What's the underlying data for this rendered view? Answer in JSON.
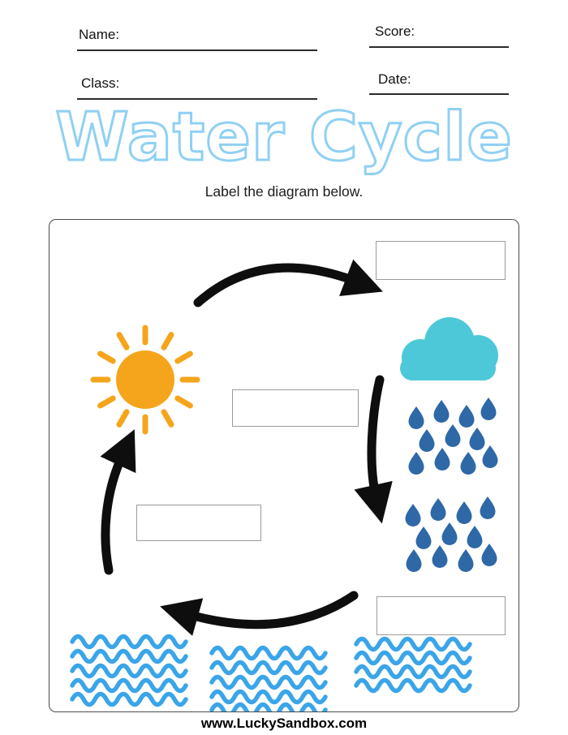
{
  "header": {
    "name_label": "Name:",
    "score_label": "Score:",
    "class_label": "Class:",
    "date_label": "Date:"
  },
  "title": "Water Cycle",
  "instruction": "Label the diagram below.",
  "footer": "www.LuckySandbox.com",
  "diagram": {
    "label_boxes": [
      {
        "id": "top-right",
        "value": ""
      },
      {
        "id": "middle",
        "value": ""
      },
      {
        "id": "left",
        "value": ""
      },
      {
        "id": "bottom-right",
        "value": ""
      }
    ],
    "icons": [
      "sun-icon",
      "cloud-icon",
      "raindrop-icon",
      "water-waves-icon",
      "cycle-arrow-icon"
    ]
  },
  "colors": {
    "title_outline": "#8fd0f3",
    "sun": "#f5a51c",
    "cloud": "#4dc8d8",
    "rain": "#2e68a6",
    "waves": "#3aa5e8",
    "arrow": "#0e0e0e",
    "box_border": "#9b9b9b",
    "frame_border": "#4a4a4a",
    "line": "#2b2b2b"
  }
}
